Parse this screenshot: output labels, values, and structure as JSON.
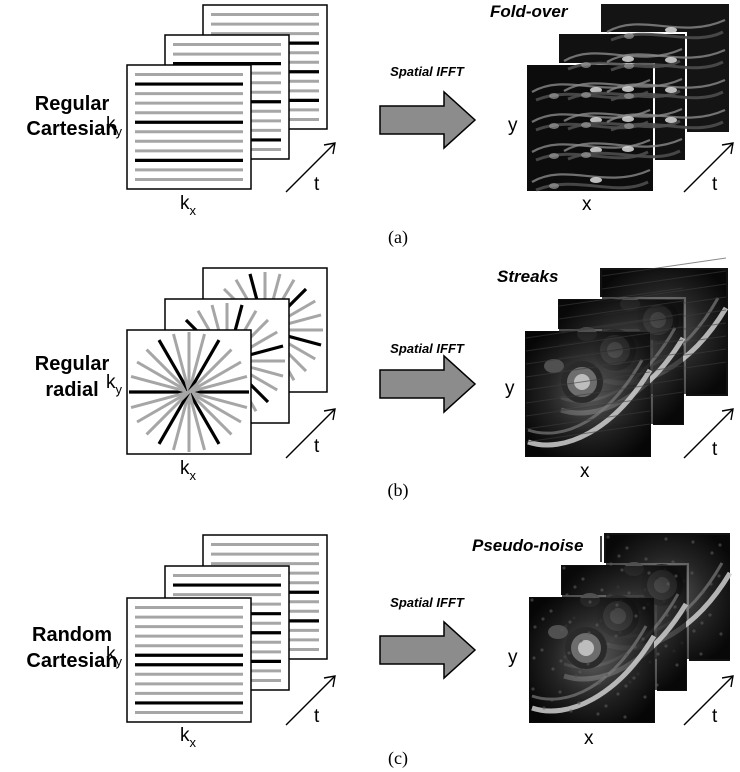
{
  "panels": [
    {
      "id": "a",
      "row_title": [
        "Regular",
        "Cartesian"
      ],
      "kspace_type": "cartesian",
      "kx_label": "x",
      "ky_label": "y",
      "time_label": "t",
      "transform_label": "Spatial IFFT",
      "artifact_label": "Fold-over",
      "image_x_label": "x",
      "image_y_label": "y",
      "caption": "(a)"
    },
    {
      "id": "b",
      "row_title": [
        "Regular",
        "radial"
      ],
      "kspace_type": "radial",
      "kx_label": "x",
      "ky_label": "y",
      "time_label": "t",
      "transform_label": "Spatial IFFT",
      "artifact_label": "Streaks",
      "image_x_label": "x",
      "image_y_label": "y",
      "caption": "(b)"
    },
    {
      "id": "c",
      "row_title": [
        "Random",
        "Cartesian"
      ],
      "kspace_type": "cartesian",
      "kx_label": "x",
      "ky_label": "y",
      "time_label": "t",
      "transform_label": "Spatial IFFT",
      "artifact_label": "Pseudo-noise",
      "image_x_label": "x",
      "image_y_label": "y",
      "caption": "(c)"
    }
  ],
  "axis_letter": "k",
  "colors": {
    "sampled_line": "#000000",
    "unsampled_line": "#a6a6a6",
    "arrow_fill": "#8c8c8c",
    "mri_background": "#0a0a0a",
    "mri_tissue": "#7a7a7a"
  }
}
